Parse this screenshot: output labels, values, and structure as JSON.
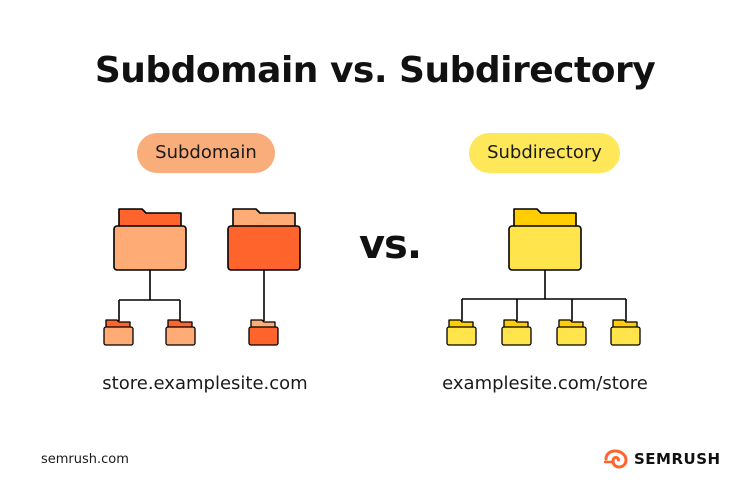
{
  "title": "Subdomain vs. Subdirectory",
  "vs_label": "vs.",
  "subdomain": {
    "label": "Subdomain",
    "url": "store.examplesite.com",
    "pill_color": "#F9AD7A",
    "folder_light_color": "#FFAB76",
    "folder_dark_color": "#FF642D"
  },
  "subdirectory": {
    "label": "Subdirectory",
    "url": "examplesite.com/store",
    "pill_color": "#FFE75A",
    "folder_color": "#FFE44B",
    "folder_tab_color": "#FFCD00"
  },
  "footer": {
    "site": "semrush.com",
    "brand": "SEMRUSH",
    "brand_icon": "semrush-flame-icon",
    "brand_color": "#FF642D"
  }
}
